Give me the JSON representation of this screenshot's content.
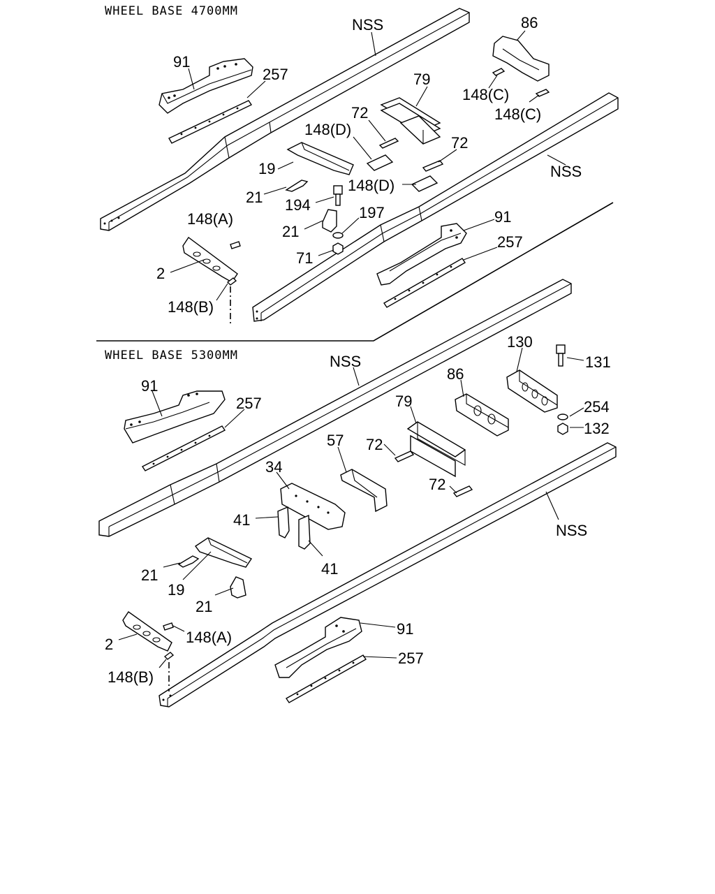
{
  "sections": [
    {
      "heading": "WHEEL BASE 4700MM",
      "callouts": [
        "NSS",
        "91",
        "257",
        "86",
        "79",
        "148(C)",
        "148(C)",
        "72",
        "148(D)",
        "72",
        "NSS",
        "19",
        "148(D)",
        "21",
        "194",
        "197",
        "21",
        "148(A)",
        "91",
        "257",
        "71",
        "2",
        "148(B)"
      ]
    },
    {
      "heading": "WHEEL BASE 5300MM",
      "callouts": [
        "NSS",
        "130",
        "131",
        "91",
        "257",
        "86",
        "79",
        "254",
        "132",
        "57",
        "72",
        "34",
        "72",
        "NSS",
        "41",
        "41",
        "21",
        "19",
        "21",
        "91",
        "2",
        "148(A)",
        "257",
        "148(B)"
      ]
    }
  ]
}
